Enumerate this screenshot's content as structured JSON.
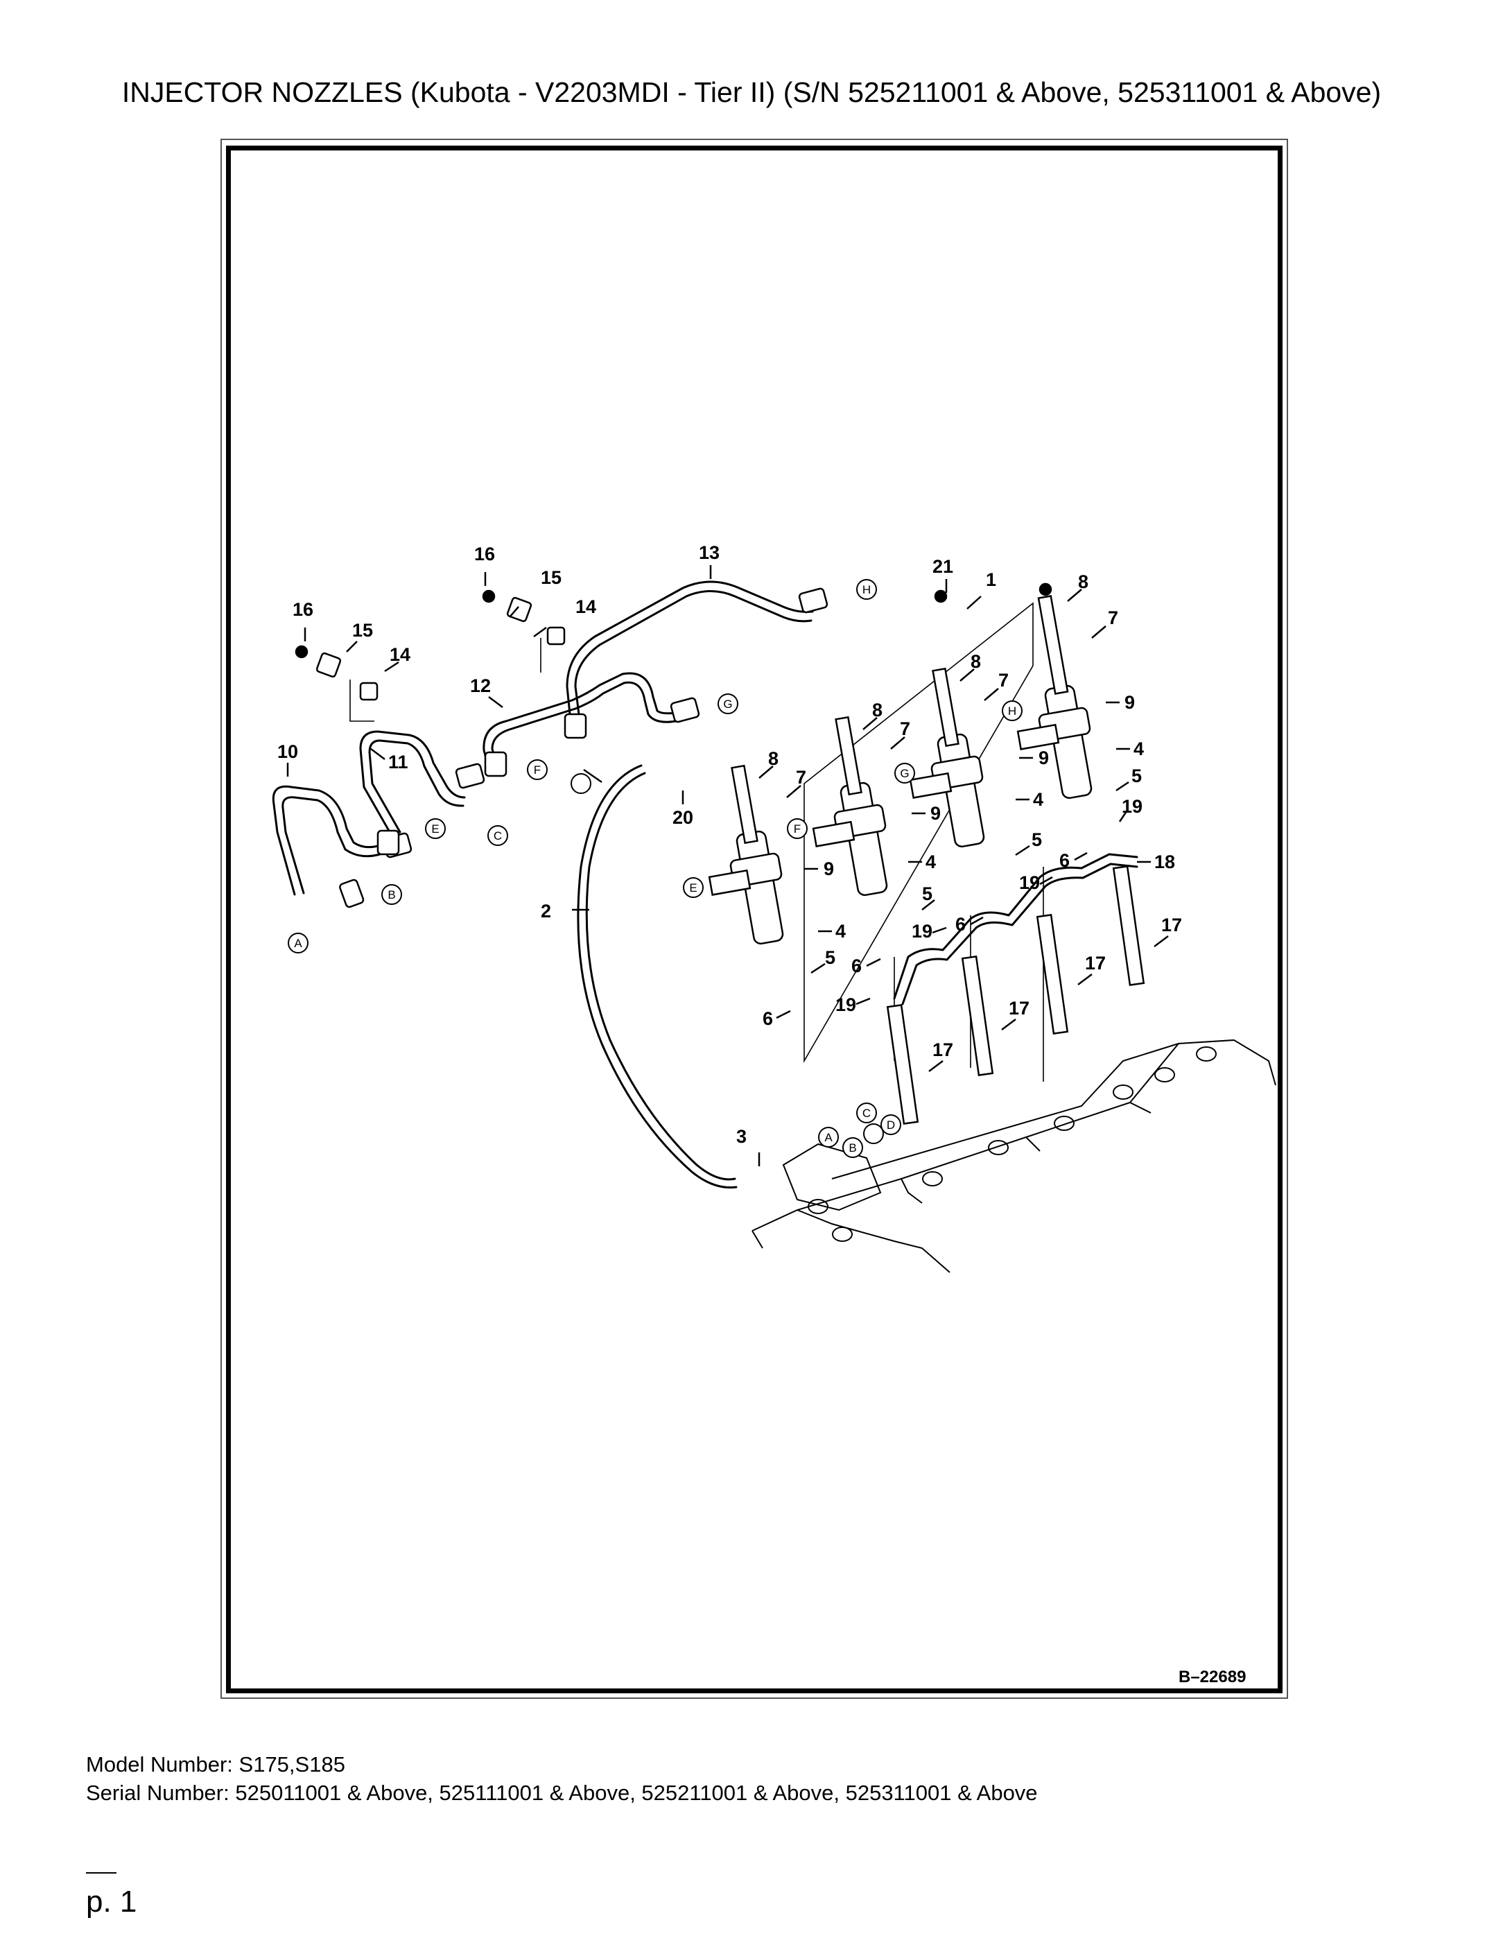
{
  "page": {
    "title": "INJECTOR NOZZLES (Kubota - V2203MDI - Tier II) (S/N 525211001 & Above, 525311001 & Above)",
    "figure_code": "B–22689",
    "model_line": "Model Number: S175,S185",
    "serial_line": "Serial Number: 525011001 & Above, 525111001 & Above, 525211001 & Above, 525311001 & Above",
    "page_number": "p. 1"
  },
  "diagram": {
    "callouts": [
      "1",
      "2",
      "3",
      "4",
      "5",
      "6",
      "7",
      "8",
      "9",
      "10",
      "11",
      "12",
      "13",
      "14",
      "15",
      "16",
      "17",
      "18",
      "19",
      "20",
      "21"
    ],
    "connection_refs": [
      "A",
      "B",
      "C",
      "D",
      "E",
      "F",
      "G",
      "H"
    ]
  }
}
